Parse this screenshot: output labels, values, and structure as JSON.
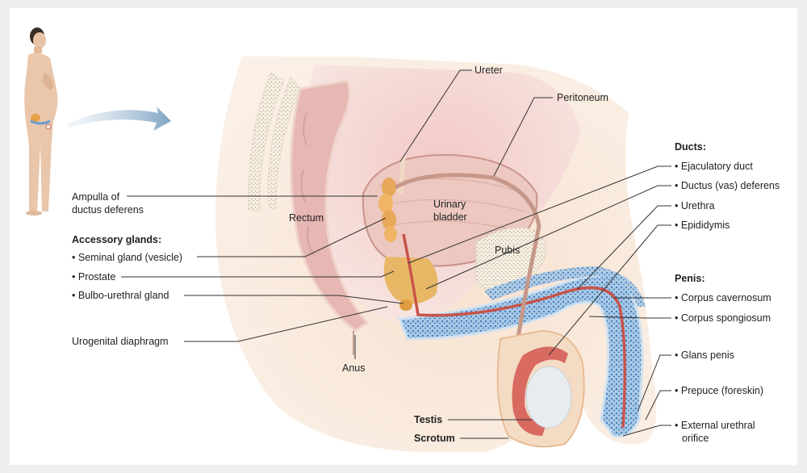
{
  "figure": {
    "title": "Male reproductive system, midsagittal section",
    "orientation_icon": "standing-man-figure",
    "arrow_icon": "curved-arrow-right"
  },
  "labels_left": {
    "ampulla": "Ampulla of\nductus deferens",
    "ampulla_line1": "Ampulla of",
    "ampulla_line2": "ductus deferens",
    "accessory_header": "Accessory glands:",
    "accessory": [
      "Seminal gland (vesicle)",
      "Prostate",
      "Bulbo-urethral gland"
    ],
    "urogenital": "Urogenital diaphragm"
  },
  "labels_inner": {
    "rectum": "Rectum",
    "bladder_line1": "Urinary",
    "bladder_line2": "bladder",
    "pubis": "Pubis",
    "anus": "Anus",
    "testis": "Testis",
    "scrotum": "Scrotum",
    "ureter": "Ureter",
    "peritoneum": "Peritoneum"
  },
  "labels_right": {
    "ducts_header": "Ducts:",
    "ducts": [
      "Ejaculatory duct",
      "Ductus (vas) deferens",
      "Urethra",
      "Epididymis"
    ],
    "penis_header": "Penis:",
    "penis": [
      "Corpus cavernosum",
      "Corpus spongiosum",
      "Glans penis",
      "Prepuce (foreskin)"
    ],
    "orifice_line1": "External urethral",
    "orifice_line2": "orifice"
  },
  "colors": {
    "skin": "#f3d9c4",
    "tissue_pink": "#eec3c0",
    "spongy_blue": "#8fb8dc",
    "urethra_red": "#c9534a",
    "gland_orange": "#e8a85a",
    "testis_white": "#e9ecef",
    "leader_line": "#333333"
  }
}
